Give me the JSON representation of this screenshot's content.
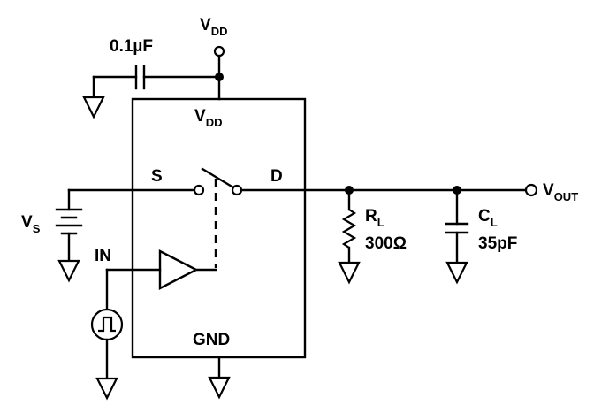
{
  "labels": {
    "vdd_top": {
      "main": "V",
      "sub": "DD"
    },
    "vdd_inner": {
      "main": "V",
      "sub": "DD"
    },
    "cap_bypass": "0.1µF",
    "source_pin": "S",
    "drain_pin": "D",
    "vs": {
      "main": "V",
      "sub": "S"
    },
    "in_pin": "IN",
    "gnd_pin": "GND",
    "rl": {
      "main": "R",
      "sub": "L"
    },
    "rl_value": "300Ω",
    "cl": {
      "main": "C",
      "sub": "L"
    },
    "cl_value": "35pF",
    "vout": {
      "main": "V",
      "sub": "OUT"
    }
  },
  "icons": [
    "ground-icon",
    "capacitor-icon",
    "resistor-icon",
    "battery-icon",
    "pulse-source-icon",
    "buffer-icon",
    "switch-icon",
    "terminal-icon"
  ]
}
